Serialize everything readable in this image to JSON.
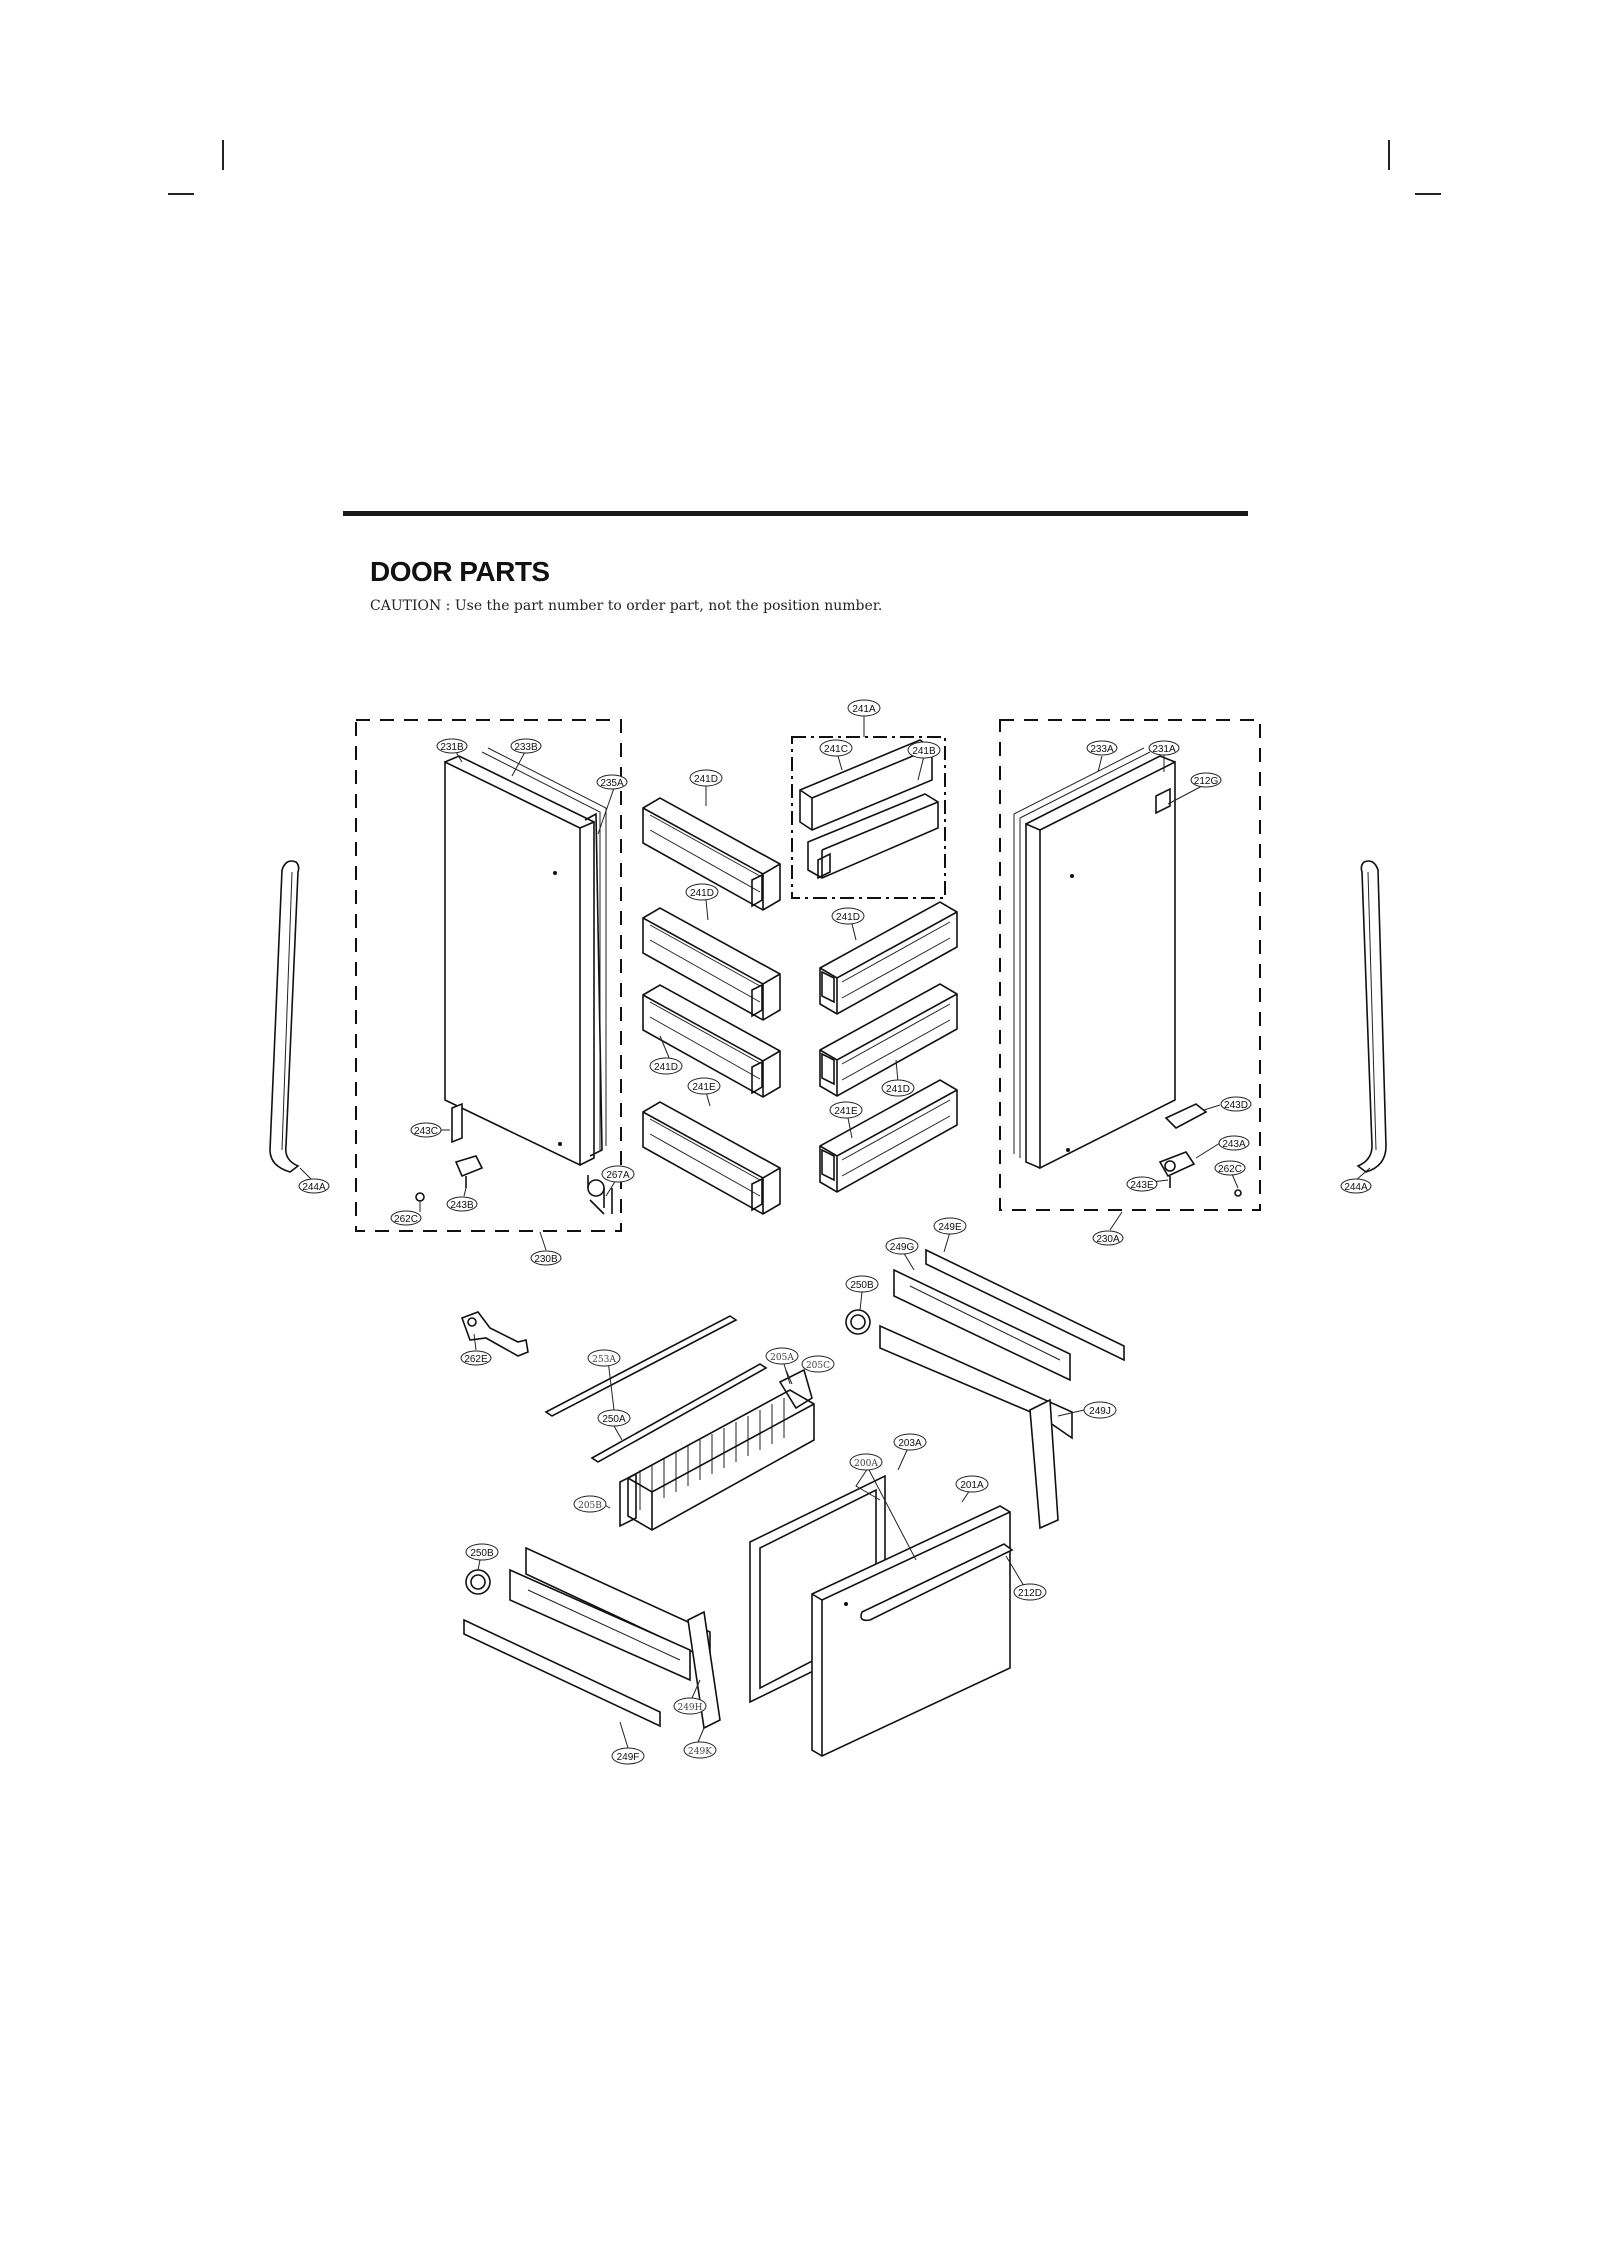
{
  "page": {
    "title": "DOOR PARTS",
    "caution": "CAUTION : Use the part number to order part, not the position number."
  },
  "labels": {
    "l231B": "231B",
    "l233B": "233B",
    "l235A": "235A",
    "l241A": "241A",
    "l241C": "241C",
    "l241B": "241B",
    "l241D_1": "241D",
    "l241D_2": "241D",
    "l241D_3": "241D",
    "l241D_4": "241D",
    "l241D_5": "241D",
    "l241E_1": "241E",
    "l241E_2": "241E",
    "l233A": "233A",
    "l231A": "231A",
    "l212G": "212G",
    "l243D": "243D",
    "l243A": "243A",
    "l262C_r": "262C",
    "l243E": "243E",
    "l230A": "230A",
    "l244A_l": "244A",
    "l244A_r": "244A",
    "l243C": "243C",
    "l243B": "243B",
    "l262C_l": "262C",
    "l267A": "267A",
    "l230B": "230B",
    "l249E": "249E",
    "l249G": "249G",
    "l250B_t": "250B",
    "l262E": "262E",
    "l253A": "253A",
    "l205A": "205A",
    "l205C": "205C",
    "l250A": "250A",
    "l249J": "249J",
    "l203A": "203A",
    "l200A": "200A",
    "l201A": "201A",
    "l205B": "205B",
    "l250B_b": "250B",
    "l212D": "212D",
    "l249H": "249H",
    "l249K": "249K",
    "l249F": "249F"
  }
}
